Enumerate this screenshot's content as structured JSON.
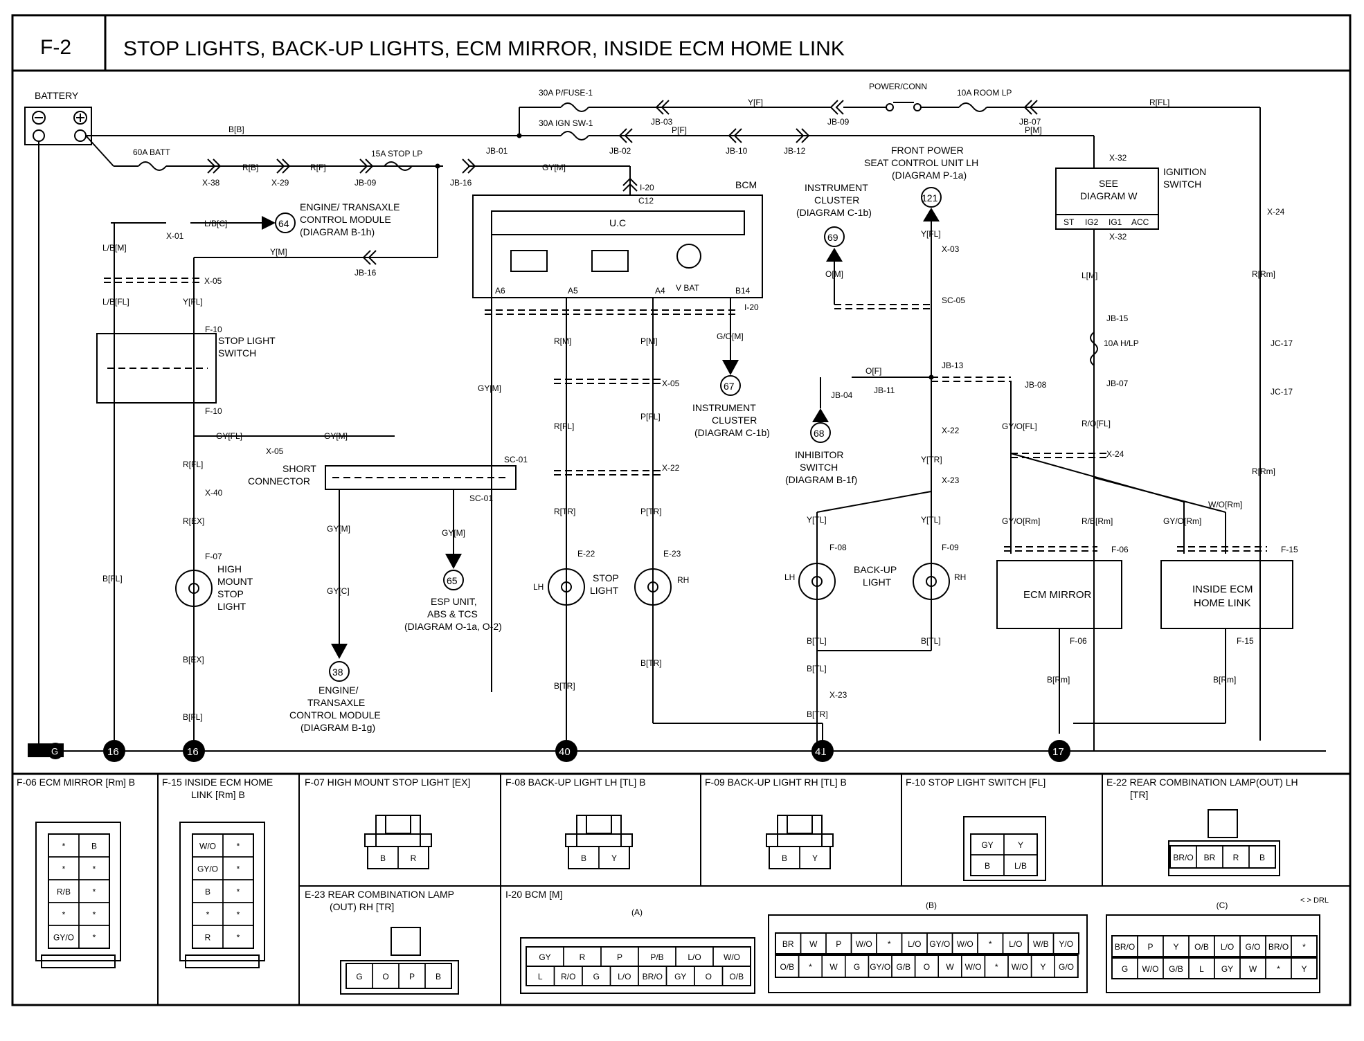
{
  "header": {
    "code": "F-2",
    "title": "STOP LIGHTS, BACK-UP LIGHTS, ECM MIRROR, INSIDE ECM HOME LINK"
  },
  "battery": {
    "label": "BATTERY",
    "neg": "⊖",
    "pos": "⊕"
  },
  "fuses": {
    "batt": "60A BATT",
    "stop": "15A STOP LP",
    "pfuse": "30A P/FUSE-1",
    "ign": "30A IGN SW-1",
    "room": "10A ROOM LP",
    "hlp": "10A H/LP",
    "power_conn": "POWER/CONN"
  },
  "wires": {
    "bb": "B[B]",
    "rb": "R[B]",
    "rf": "R[F]",
    "yf": "Y[F]",
    "rfl_top": "R[FL]",
    "pf": "P[F]",
    "pm": "P[M]",
    "gym": "GY[M]",
    "lbc": "L/B[C]",
    "lbm": "L/B[M]",
    "lbfl": "L/B[FL]",
    "ym": "Y[M]",
    "yfl": "Y[FL]",
    "rm": "R[M]",
    "pmw": "P[M]",
    "gom": "G/O[M]",
    "om": "O[M]",
    "of": "O[F]",
    "lm": "L[M]",
    "gyfl": "GY[FL]",
    "rfl": "R[FL]",
    "rex": "R[EX]",
    "bex": "B[EX]",
    "bfl": "B[FL]",
    "gyc": "GY[C]",
    "ytr": "Y[TR]",
    "ytl": "Y[TL]",
    "btl": "B[TL]",
    "btr": "B[TR]",
    "ptr": "P[TR]",
    "rtr": "R[TR]",
    "pfl": "P[FL]",
    "rrm": "R[Rm]",
    "rofl": "R/O[FL]",
    "gyofl": "GY/O[FL]",
    "gyorm": "GY/O[Rm]",
    "rbrm": "R/B[Rm]",
    "worm": "W/O[Rm]",
    "brm": "B[Rm]"
  },
  "connectors": {
    "x38": "X-38",
    "x29": "X-29",
    "jb09": "JB-09",
    "jb16": "JB-16",
    "jb01": "JB-01",
    "jb02": "JB-02",
    "jb03": "JB-03",
    "jb10": "JB-10",
    "jb12": "JB-12",
    "jb07": "JB-07",
    "x32": "X-32",
    "x24": "X-24",
    "jc17": "JC-17",
    "i20": "I-20",
    "c12": "C12",
    "x01": "X-01",
    "x05": "X-05",
    "f10": "F-10",
    "x40": "X-40",
    "f07": "F-07",
    "sc01": "SC-01",
    "x22": "X-22",
    "e22": "E-22",
    "e23": "E-23",
    "x03": "X-03",
    "sc05": "SC-05",
    "jb13": "JB-13",
    "jb11": "JB-11",
    "jb04": "JB-04",
    "jb08": "JB-08",
    "x23": "X-23",
    "f08": "F-08",
    "f09": "F-09",
    "jb15": "JB-15",
    "f06": "F-06",
    "f15": "F-15"
  },
  "components": {
    "bcm": "BCM",
    "uc": "U.C",
    "vbat": "V BAT",
    "pins_bcm": [
      "A6",
      "A5",
      "A4",
      "B14"
    ],
    "ecm_tcm": "ENGINE/ TRANSAXLE",
    "ecm_tcm2": "CONTROL MODULE",
    "ecm_tcm3": "(DIAGRAM B-1h)",
    "stop_switch": "STOP LIGHT",
    "stop_switch2": "SWITCH",
    "short_conn": "SHORT",
    "short_conn2": "CONNECTOR",
    "hmsl": "HIGH",
    "hmsl2": "MOUNT",
    "hmsl3": "STOP",
    "hmsl4": "LIGHT",
    "stop_light": "STOP",
    "stop_light2": "LIGHT",
    "lh": "LH",
    "rh": "RH",
    "esp": "ESP UNIT,",
    "esp2": "ABS & TCS",
    "esp3": "(DIAGRAM O-1a, O-2)",
    "ecm_bot": "ENGINE/",
    "ecm_bot2": "TRANSAXLE",
    "ecm_bot3": "CONTROL MODULE",
    "ecm_bot4": "(DIAGRAM B-1g)",
    "ic67": "INSTRUMENT",
    "ic67b": "CLUSTER",
    "ic67c": "(DIAGRAM C-1b)",
    "ic69": "INSTRUMENT",
    "ic69b": "CLUSTER",
    "ic69c": "(DIAGRAM C-1b)",
    "seat": "FRONT POWER",
    "seat2": "SEAT CONTROL UNIT LH",
    "seat3": "(DIAGRAM P-1a)",
    "inhib": "INHIBITOR",
    "inhib2": "SWITCH",
    "inhib3": "(DIAGRAM B-1f)",
    "backup": "BACK-UP",
    "backup2": "LIGHT",
    "ign_see": "SEE",
    "ign_see2": "DIAGRAM W",
    "ign": "IGNITION",
    "ign2": "SWITCH",
    "ign_pos": [
      "ST",
      "IG2",
      "IG1",
      "ACC"
    ],
    "ecm_mirror": "ECM MIRROR",
    "home_link": "INSIDE ECM",
    "home_link2": "HOME LINK",
    "g": "G"
  },
  "refs": [
    "64",
    "67",
    "69",
    "121",
    "68",
    "65",
    "38"
  ],
  "grounds": [
    "16",
    "16",
    "40",
    "41",
    "17"
  ],
  "connector_views": {
    "f06": "F-06 ECM MIRROR [Rm] B",
    "f15": "F-15 INSIDE ECM HOME",
    "f15b": "LINK [Rm] B",
    "f07": "F-07 HIGH MOUNT STOP LIGHT [EX]",
    "f08": "F-08 BACK-UP LIGHT LH [TL] B",
    "f09": "F-09 BACK-UP LIGHT RH [TL] B",
    "f10": "F-10 STOP LIGHT SWITCH [FL]",
    "e22": "E-22 REAR COMBINATION LAMP(OUT) LH",
    "e22b": "[TR]",
    "e23": "E-23 REAR COMBINATION LAMP",
    "e23b": "(OUT) RH [TR]",
    "i20": "I-20 BCM [M]",
    "drl": "< > DRL",
    "a": "(A)",
    "b": "(B)",
    "c": "(C)"
  },
  "pins": {
    "f06": [
      "*",
      "B",
      "*",
      "*",
      "R/B",
      "*",
      "*",
      "*",
      "GY/O",
      "*"
    ],
    "f15": [
      "W/O",
      "*",
      "GY/O",
      "*",
      "B",
      "*",
      "*",
      "*",
      "R",
      "*"
    ],
    "f07": [
      "B",
      "R"
    ],
    "f08": [
      "B",
      "Y"
    ],
    "f09": [
      "B",
      "Y"
    ],
    "f10": [
      "GY",
      "Y",
      "B",
      "L/B"
    ],
    "e22": [
      "BR/O",
      "BR",
      "R",
      "B"
    ],
    "e23": [
      "G",
      "O",
      "P",
      "B"
    ],
    "bcm_a_top": [
      "GY",
      "R",
      "P",
      "P/B",
      "L/O",
      "W/O"
    ],
    "bcm_a_bot": [
      "L",
      "R/O",
      "G",
      "L/O",
      "BR/O",
      "GY",
      "O",
      "O/B"
    ],
    "bcm_b_top": [
      "BR",
      "W",
      "P",
      "W/O",
      "*",
      "L/O",
      "GY/O",
      "W/O",
      "*",
      "L/O",
      "W/B",
      "Y/O"
    ],
    "bcm_b_bot": [
      "O/B",
      "*",
      "W",
      "G",
      "GY/O",
      "G/B",
      "O",
      "W",
      "W/O",
      "*",
      "W/O",
      "Y",
      "G/O"
    ],
    "bcm_c_top": [
      "BR/O",
      "P",
      "Y",
      "O/B",
      "L/O",
      "G/O",
      "BR/O",
      "*"
    ],
    "bcm_c_bot": [
      "G",
      "W/O",
      "G/B",
      "L",
      "GY",
      "W",
      "*",
      "Y"
    ]
  }
}
